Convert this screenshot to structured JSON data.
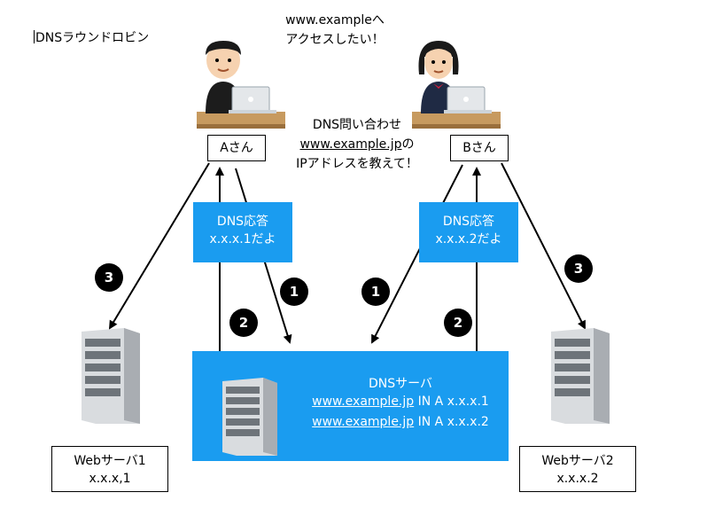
{
  "title": "DNSラウンドロビン",
  "speech": {
    "line1": "www.exampleへ",
    "line2": "アクセスしたい！"
  },
  "query": {
    "line1": "DNS問い合わせ",
    "line2_link": "www.example.jp",
    "line2_suffix": "の",
    "line3": "IPアドレスを教えて！"
  },
  "users": {
    "a": "Aさん",
    "b": "Bさん"
  },
  "responses": {
    "a": {
      "line1": "DNS応答",
      "line2": "x.x.x.1だよ"
    },
    "b": {
      "line1": "DNS応答",
      "line2": "x.x.x.2だよ"
    }
  },
  "dns_server": {
    "label": "DNSサーバ",
    "rec1_domain": "www.example.jp",
    "rec1_rest": " IN A x.x.x.1",
    "rec2_domain": "www.example.jp",
    "rec2_rest": " IN A x.x.x.2"
  },
  "web1": {
    "label": "Webサーバ1",
    "ip": "x.x.x,1"
  },
  "web2": {
    "label": "Webサーバ2",
    "ip": "x.x.x.2"
  },
  "steps": {
    "one": "1",
    "two": "2",
    "three": "3"
  },
  "colors": {
    "accent": "#1a9cf0",
    "badge": "#000000"
  }
}
